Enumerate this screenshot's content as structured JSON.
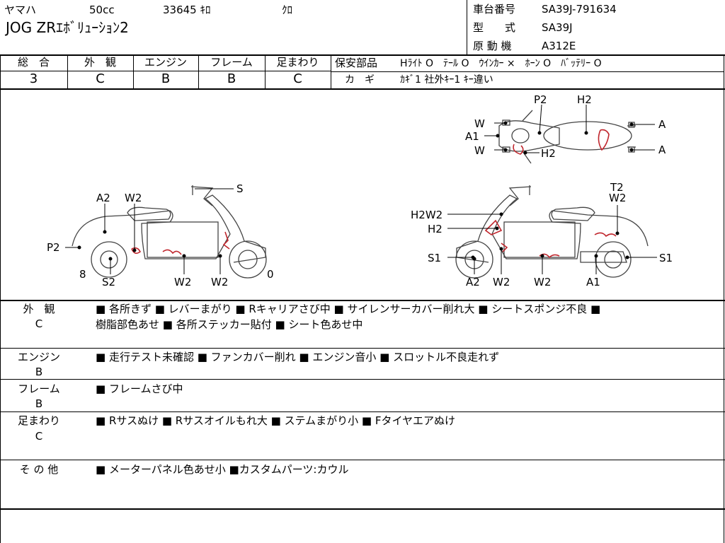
{
  "header": {
    "maker": "ヤマハ",
    "cc": "50cc",
    "mileage": "33645 ｷﾛ",
    "color": "ｸﾛ",
    "model": "JOG ZRｴﾎﾞﾘｭｰｼｮﾝ2",
    "frame_no_label": "車台番号",
    "frame_no": "SA39J-791634",
    "type_label": "型　　式",
    "type": "SA39J",
    "engine_label": "原 動 機",
    "engine": "A312E"
  },
  "grades": {
    "overall_label": "総　合",
    "overall": "3",
    "exterior_label": "外　観",
    "exterior": "C",
    "engine_label": "エンジン",
    "engine": "B",
    "frame_label": "フレーム",
    "frame": "B",
    "suspension_label": "足まわり",
    "suspension": "C"
  },
  "safety": {
    "label": "保安部品",
    "items": "Hﾗｲﾄ O　ﾃｰﾙ O　ｳｲﾝｶｰ ×　ﾎｰﾝ O　ﾊﾞｯﾃﾘｰ O",
    "key_label": "カ　ギ",
    "key": "ｶｷﾞ1 社外ｷｰ1 ｷｰ違い"
  },
  "diagram_labels": {
    "top": [
      "P2",
      "H2",
      "W",
      "A1",
      "W",
      "H2",
      "A",
      "A"
    ],
    "left": [
      "S",
      "A2",
      "W2",
      "P2",
      "8",
      "S2",
      "W2",
      "W2",
      "0"
    ],
    "right": [
      "T2",
      "W2",
      "H2W2",
      "H2",
      "S1",
      "S1",
      "A2",
      "W2",
      "W2",
      "A1"
    ]
  },
  "sections": [
    {
      "label": "外　観",
      "grade": "C",
      "line1": "■ 各所きず ■ レバーまがり ■ Rキャリアさび中 ■ サイレンサーカバー削れ大 ■ シートスポンジ不良 ■",
      "line2": "樹脂部色あせ ■ 各所ステッカー貼付 ■ シート色あせ中"
    },
    {
      "label": "エンジン",
      "grade": "B",
      "line1": "■ 走行テスト未確認 ■ ファンカバー削れ ■ エンジン音小 ■ スロットル不良走れず"
    },
    {
      "label": "フレーム",
      "grade": "B",
      "line1": "■ フレームさび中"
    },
    {
      "label": "足まわり",
      "grade": "C",
      "line1": "■ Rサスぬけ ■ Rサスオイルもれ大 ■ ステムまがり小 ■ Fタイヤエアぬけ"
    },
    {
      "label": "そ の 他",
      "line1": "■ メーターパネル色あせ小 ■カスタムパーツ:カウル"
    }
  ]
}
